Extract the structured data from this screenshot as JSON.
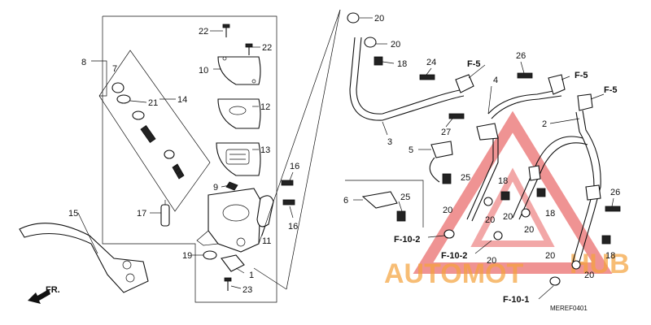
{
  "diagram": {
    "watermark": {
      "text_left": "AUTOMOT",
      "text_right": "HUB",
      "color_orange": "#f5a23c",
      "color_red": "#e23b3b"
    },
    "code": "MEREF0401",
    "front_label": "FR.",
    "callouts": {
      "c1": "1",
      "c2": "2",
      "c3": "3",
      "c4": "4",
      "c5": "5",
      "c6": "6",
      "c7": "7",
      "c8": "8",
      "c9": "9",
      "c10": "10",
      "c11": "11",
      "c12": "12",
      "c13": "13",
      "c14": "14",
      "c15": "15",
      "c16a": "16",
      "c16b": "16",
      "c17": "17",
      "c18a": "18",
      "c18b": "18",
      "c18c": "18",
      "c18d": "18",
      "c19": "19",
      "c20a": "20",
      "c20b": "20",
      "c20c": "20",
      "c20d": "20",
      "c20e": "20",
      "c20f": "20",
      "c20g": "20",
      "c20h": "20",
      "c20i": "20",
      "c21": "21",
      "c22a": "22",
      "c22b": "22",
      "c23": "23",
      "c24": "24",
      "c25a": "25",
      "c25b": "25",
      "c26a": "26",
      "c26b": "26",
      "c27": "27"
    },
    "refs": {
      "f5a": "F-5",
      "f5b": "F-5",
      "f5c": "F-5",
      "f102a": "F-10-2",
      "f102b": "F-10-2",
      "f101": "F-10-1"
    }
  }
}
